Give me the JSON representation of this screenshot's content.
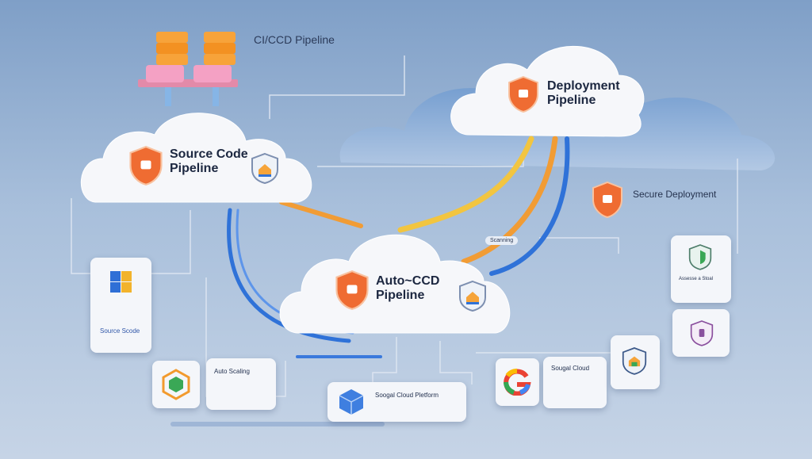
{
  "header": {
    "title": "CI/CCD Pipeline",
    "subtitle": "",
    "description": ""
  },
  "clouds": {
    "deployment": {
      "title": "Deployment\nPipeline",
      "desc": ""
    },
    "source": {
      "title": "Source Code\nPipeline",
      "desc": ""
    },
    "auto": {
      "title": "Auto~CCD\nPipeline",
      "desc": ""
    }
  },
  "labels": {
    "secure_deployment": "Secure Deployment",
    "secure_desc": "",
    "scanning": "Scanning"
  },
  "cards": {
    "source_code": {
      "title": "Source Scode",
      "desc": ""
    },
    "auto_scaling": {
      "title": "Auto Scaling",
      "desc": ""
    },
    "social_platform": {
      "title": "Soogal Cloud Pletform",
      "desc": ""
    },
    "sougal_cloud": {
      "title": "Sougal Cloud",
      "desc": ""
    },
    "assessment": {
      "title": "Assesse a Stoal",
      "desc": ""
    }
  },
  "colors": {
    "shield_orange": "#ef6c32",
    "pipe_blue": "#2f72d8",
    "pipe_orange": "#f19c35",
    "pipe_yellow": "#f2c540",
    "server_orange": "#f7a33a",
    "server_pink": "#f0a2c6"
  },
  "icons": {
    "server": "server-stack-icon",
    "shield": "shield-icon",
    "home": "home-shield-icon",
    "cube": "cube-icon",
    "google": "google-logo-icon"
  }
}
